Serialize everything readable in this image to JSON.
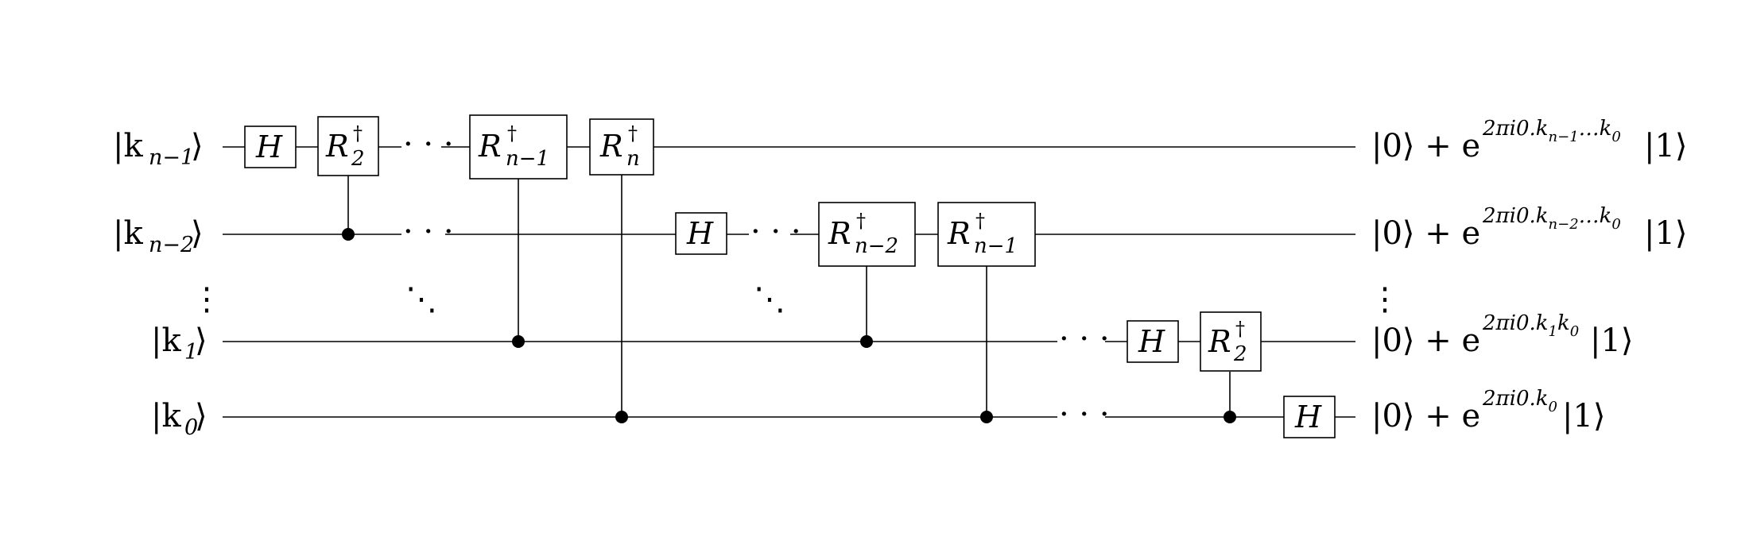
{
  "inputs": [
    {
      "prefix": "|k",
      "sub": "n−1",
      "suffix": "⟩"
    },
    {
      "prefix": "|k",
      "sub": "n−2",
      "suffix": "⟩"
    },
    {
      "prefix": "|k",
      "sub": "1",
      "suffix": "⟩"
    },
    {
      "prefix": "|k",
      "sub": "0",
      "suffix": "⟩"
    }
  ],
  "outputs": [
    {
      "left": "|0⟩ + e",
      "exp": "2πi0.k",
      "exp_sub": "n−1",
      "exp_tail": "…k",
      "exp_tail_sub": "0",
      "right": "|1⟩"
    },
    {
      "left": "|0⟩ + e",
      "exp": "2πi0.k",
      "exp_sub": "n−2",
      "exp_tail": "…k",
      "exp_tail_sub": "0",
      "right": "|1⟩"
    },
    {
      "left": "|0⟩ + e",
      "exp": "2πi0.k",
      "exp_sub": "1",
      "exp_tail": "k",
      "exp_tail_sub": "0",
      "right": "|1⟩"
    },
    {
      "left": "|0⟩ + e",
      "exp": "2πi0.k",
      "exp_sub": "0",
      "exp_tail": "",
      "exp_tail_sub": "",
      "right": "|1⟩"
    }
  ],
  "gates": {
    "h": "H",
    "r2": {
      "base": "R",
      "sup": "†",
      "sub": "2"
    },
    "rn1": {
      "base": "R",
      "sup": "†",
      "sub": "n−1"
    },
    "rn": {
      "base": "R",
      "sup": "†",
      "sub": "n"
    },
    "rn2": {
      "base": "R",
      "sup": "†",
      "sub": "n−2"
    }
  },
  "ellipsis": {
    "h": "· · ·",
    "v": "⋮",
    "d": "⋱"
  }
}
